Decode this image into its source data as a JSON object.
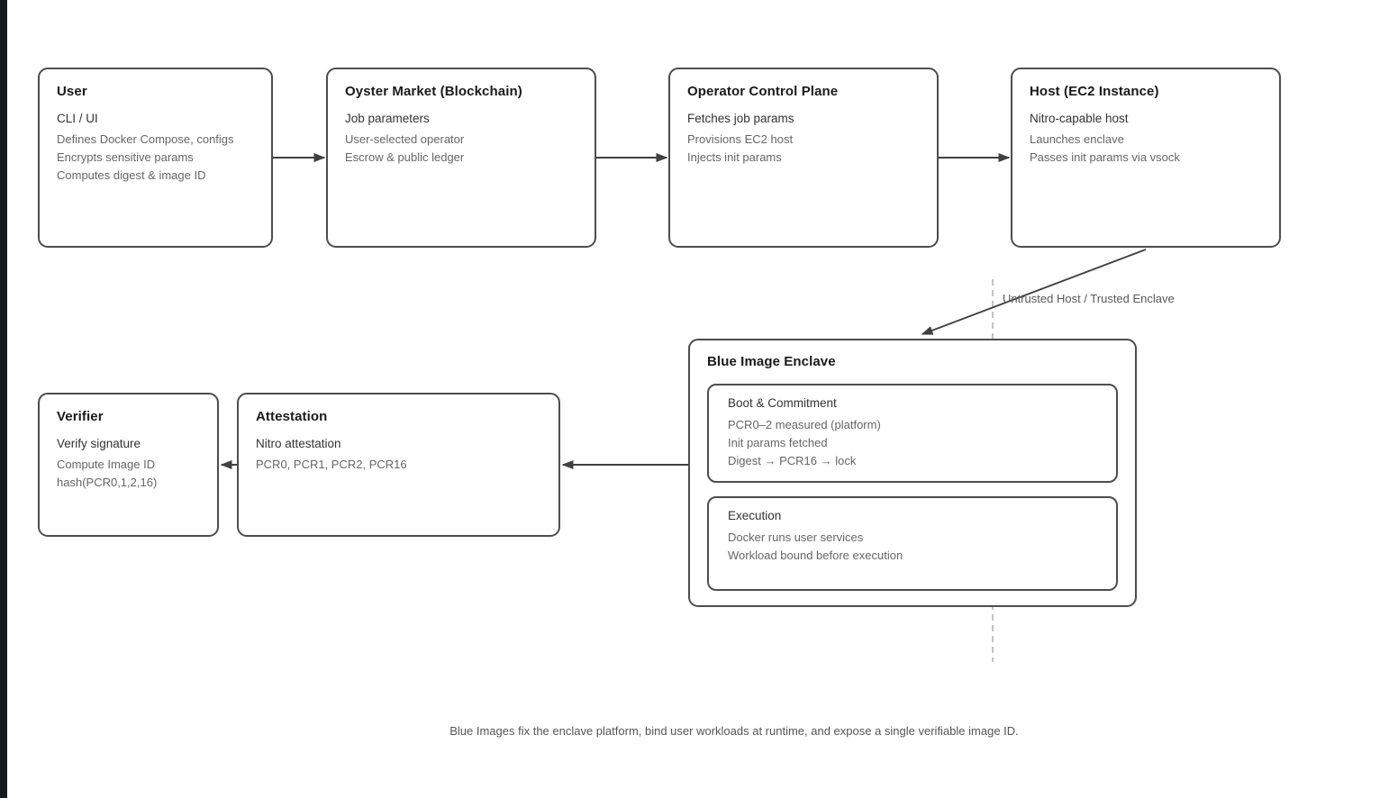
{
  "diagram": {
    "boundary_label": "Untrusted Host / Trusted Enclave",
    "caption": "Blue Images fix the enclave platform, bind user workloads at runtime, and expose a single verifiable image ID.",
    "nodes": {
      "user": {
        "title": "User",
        "subtitle": "CLI / UI",
        "lines": [
          "Defines Docker Compose, configs",
          "Encrypts sensitive params",
          "Computes digest & image ID"
        ]
      },
      "market": {
        "title": "Oyster Market (Blockchain)",
        "subtitle": "Job parameters",
        "lines": [
          "User-selected operator",
          "Escrow & public ledger"
        ]
      },
      "operator": {
        "title": "Operator Control Plane",
        "subtitle": "Fetches job params",
        "lines": [
          "Provisions EC2 host",
          "Injects init params"
        ]
      },
      "host": {
        "title": "Host (EC2 Instance)",
        "subtitle": "Nitro-capable host",
        "lines": [
          "Launches enclave",
          "Passes init params via vsock"
        ]
      },
      "enclave": {
        "title": "Blue Image Enclave",
        "boot": {
          "title": "Boot & Commitment",
          "lines": [
            "PCR0–2 measured (platform)",
            "Init params fetched",
            "Digest → PCR16 → lock"
          ]
        },
        "execution": {
          "title": "Execution",
          "lines": [
            "Docker runs user services",
            "Workload bound before execution"
          ]
        }
      },
      "attestation": {
        "title": "Attestation",
        "subtitle": "Nitro attestation",
        "lines": [
          "PCR0, PCR1, PCR2, PCR16"
        ]
      },
      "verifier": {
        "title": "Verifier",
        "subtitle": "Verify signature",
        "lines": [
          "Compute Image ID",
          "hash(PCR0,1,2,16)"
        ]
      }
    },
    "colors": {
      "border": "#4d4d4d",
      "arrow": "#404040",
      "title_text": "#1a1a1a",
      "subtitle_text": "#333333",
      "detail_text": "#666666",
      "dashed_boundary": "#b3b3b3",
      "edge_bar": "#151a21"
    }
  }
}
